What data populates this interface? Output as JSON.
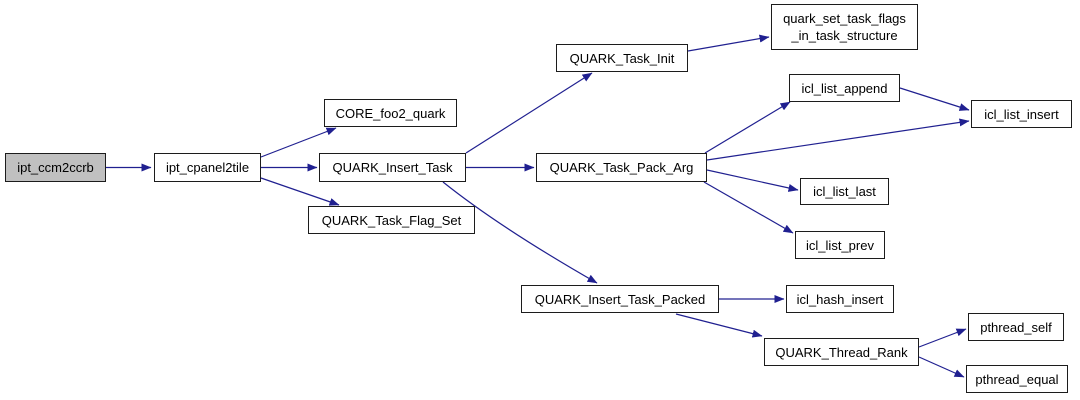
{
  "diagram": {
    "type": "call-graph",
    "background_color": "#ffffff",
    "edge_color": "#202090",
    "node_border_color": "#1c1c1c",
    "node_fill": "#ffffff",
    "highlight_fill": "#c0c0c0",
    "nodes": [
      {
        "id": "ipt_ccm2ccrb",
        "label": "ipt_ccm2ccrb",
        "highlighted": true
      },
      {
        "id": "ipt_cpanel2tile",
        "label": "ipt_cpanel2tile",
        "highlighted": false
      },
      {
        "id": "CORE_foo2_quark",
        "label": "CORE_foo2_quark",
        "highlighted": false
      },
      {
        "id": "QUARK_Insert_Task",
        "label": "QUARK_Insert_Task",
        "highlighted": false
      },
      {
        "id": "QUARK_Task_Flag_Set",
        "label": "QUARK_Task_Flag_Set",
        "highlighted": false
      },
      {
        "id": "QUARK_Task_Init",
        "label": "QUARK_Task_Init",
        "highlighted": false
      },
      {
        "id": "quark_set_task_flags_in_task_structure",
        "label": "quark_set_task_flags\n_in_task_structure",
        "highlighted": false
      },
      {
        "id": "icl_list_append",
        "label": "icl_list_append",
        "highlighted": false
      },
      {
        "id": "QUARK_Task_Pack_Arg",
        "label": "QUARK_Task_Pack_Arg",
        "highlighted": false
      },
      {
        "id": "icl_list_insert",
        "label": "icl_list_insert",
        "highlighted": false
      },
      {
        "id": "icl_list_last",
        "label": "icl_list_last",
        "highlighted": false
      },
      {
        "id": "icl_list_prev",
        "label": "icl_list_prev",
        "highlighted": false
      },
      {
        "id": "QUARK_Insert_Task_Packed",
        "label": "QUARK_Insert_Task_Packed",
        "highlighted": false
      },
      {
        "id": "icl_hash_insert",
        "label": "icl_hash_insert",
        "highlighted": false
      },
      {
        "id": "QUARK_Thread_Rank",
        "label": "QUARK_Thread_Rank",
        "highlighted": false
      },
      {
        "id": "pthread_self",
        "label": "pthread_self",
        "highlighted": false
      },
      {
        "id": "pthread_equal",
        "label": "pthread_equal",
        "highlighted": false
      }
    ],
    "edges": [
      {
        "from": "ipt_ccm2ccrb",
        "to": "ipt_cpanel2tile"
      },
      {
        "from": "ipt_cpanel2tile",
        "to": "CORE_foo2_quark"
      },
      {
        "from": "ipt_cpanel2tile",
        "to": "QUARK_Insert_Task"
      },
      {
        "from": "ipt_cpanel2tile",
        "to": "QUARK_Task_Flag_Set"
      },
      {
        "from": "QUARK_Insert_Task",
        "to": "QUARK_Task_Init"
      },
      {
        "from": "QUARK_Insert_Task",
        "to": "QUARK_Task_Pack_Arg"
      },
      {
        "from": "QUARK_Insert_Task",
        "to": "QUARK_Insert_Task_Packed"
      },
      {
        "from": "QUARK_Task_Init",
        "to": "quark_set_task_flags_in_task_structure"
      },
      {
        "from": "QUARK_Task_Pack_Arg",
        "to": "icl_list_append"
      },
      {
        "from": "QUARK_Task_Pack_Arg",
        "to": "icl_list_insert"
      },
      {
        "from": "QUARK_Task_Pack_Arg",
        "to": "icl_list_last"
      },
      {
        "from": "QUARK_Task_Pack_Arg",
        "to": "icl_list_prev"
      },
      {
        "from": "icl_list_append",
        "to": "icl_list_insert"
      },
      {
        "from": "QUARK_Insert_Task_Packed",
        "to": "icl_hash_insert"
      },
      {
        "from": "QUARK_Insert_Task_Packed",
        "to": "QUARK_Thread_Rank"
      },
      {
        "from": "QUARK_Thread_Rank",
        "to": "pthread_self"
      },
      {
        "from": "QUARK_Thread_Rank",
        "to": "pthread_equal"
      }
    ]
  }
}
